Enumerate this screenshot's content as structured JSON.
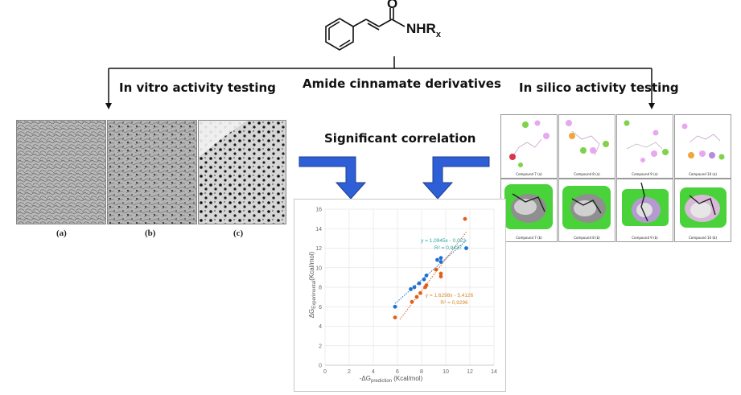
{
  "structure": {
    "substituent_main": "NHR",
    "substituent_sub": "x",
    "oxygen_label": "O"
  },
  "labels": {
    "in_vitro": "In vitro activity testing",
    "center": "Amide cinnamate derivatives",
    "in_silico": "In silico activity testing",
    "correlation": "Significant correlation"
  },
  "micrographs": [
    {
      "label": "(a)"
    },
    {
      "label": "(b)"
    },
    {
      "label": "(c)"
    }
  ],
  "docking_tiles": [
    {
      "caption": "Compound 7 (a)"
    },
    {
      "caption": "Compound 8 (a)"
    },
    {
      "caption": "Compound 9 (a)"
    },
    {
      "caption": "Compound 10 (a)"
    },
    {
      "caption": "Compound 7 (b)"
    },
    {
      "caption": "Compound 8 (b)"
    },
    {
      "caption": "Compound 9 (b)"
    },
    {
      "caption": "Compound 10 (b)"
    }
  ],
  "colors": {
    "arrow_blue": "#2e5fd6",
    "series_blue": "#1f6fd1",
    "series_orange": "#e0601c",
    "eq_blue": "#2aa5a8",
    "eq_orange": "#d98a2b",
    "grid": "#e6e6e6"
  },
  "chart_data": {
    "type": "scatter",
    "xlabel_main": "-ΔG",
    "xlabel_sub": "prediction",
    "xlabel_unit": " (Kcal/mol)",
    "ylabel_main": "ΔG",
    "ylabel_sub": "Experimental",
    "ylabel_unit": "(Kcal/mol)",
    "xlim": [
      0,
      14
    ],
    "ylim": [
      0,
      16
    ],
    "xticks": [
      0,
      2,
      4,
      6,
      8,
      10,
      12,
      14
    ],
    "yticks": [
      0,
      2,
      4,
      6,
      8,
      10,
      12,
      14,
      16
    ],
    "grid": true,
    "series": [
      {
        "color_key": "series_blue",
        "points": [
          [
            5.8,
            6.0
          ],
          [
            7.1,
            7.8
          ],
          [
            7.4,
            8.0
          ],
          [
            7.8,
            8.4
          ],
          [
            8.2,
            8.8
          ],
          [
            8.4,
            9.2
          ],
          [
            9.3,
            10.8
          ],
          [
            9.6,
            10.6
          ],
          [
            9.6,
            11.0
          ],
          [
            11.7,
            12.0
          ]
        ],
        "trend": {
          "slope": 1.0945,
          "intercept": -0.023,
          "x_range": [
            5.8,
            11.7
          ]
        },
        "equation": "y = 1,0945x - 0,023",
        "r2": "R² = 0,9437",
        "label_pos": [
          9.8,
          12.6
        ]
      },
      {
        "color_key": "series_orange",
        "points": [
          [
            5.8,
            4.9
          ],
          [
            7.2,
            6.5
          ],
          [
            7.6,
            7.0
          ],
          [
            7.9,
            7.4
          ],
          [
            8.3,
            8.0
          ],
          [
            8.4,
            8.2
          ],
          [
            9.2,
            9.8
          ],
          [
            9.6,
            9.1
          ],
          [
            9.6,
            9.4
          ],
          [
            11.6,
            15.0
          ]
        ],
        "trend": {
          "slope": 1.6298,
          "intercept": -5.4126,
          "x_range": [
            6.2,
            11.7
          ]
        },
        "equation": "y = 1,6298x - 5,4126",
        "r2": "R² = 0,9296",
        "label_pos": [
          10.3,
          7.0
        ]
      }
    ]
  }
}
